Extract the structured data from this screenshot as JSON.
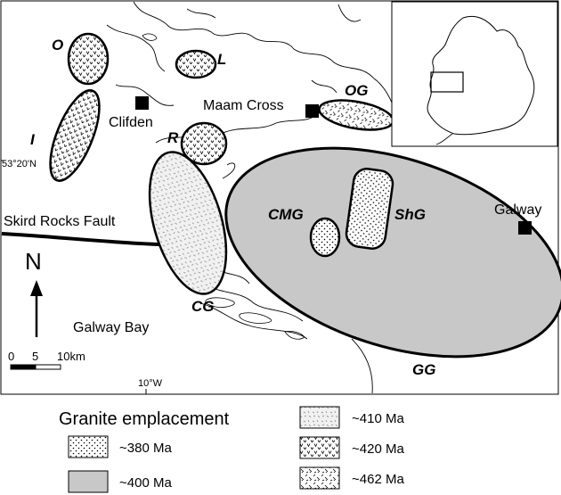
{
  "map": {
    "labels": {
      "clifden": "Clifden",
      "maam_cross": "Maam Cross",
      "galway": "Galway",
      "galway_bay": "Galway Bay",
      "skird_rocks_fault": "Skird Rocks Fault",
      "lat_tick": "53°20'N",
      "lon_tick": "10°W",
      "north": "N"
    },
    "granites": {
      "O": "O",
      "L": "L",
      "I": "I",
      "R": "R",
      "OG": "OG",
      "CMG": "CMG",
      "ShG": "ShG",
      "CG": "CG",
      "GG": "GG"
    },
    "scale_bar": {
      "tick_0": "0",
      "tick_5": "5",
      "tick_10": "10km"
    }
  },
  "legend": {
    "title": "Granite emplacement",
    "items": [
      {
        "label": "~380 Ma",
        "pattern": "dots"
      },
      {
        "label": "~410 Ma",
        "pattern": "dashes"
      },
      {
        "label": "~400 Ma",
        "pattern": "grey"
      },
      {
        "label": "~420 Ma",
        "pattern": "vees"
      },
      {
        "label": "~462 Ma",
        "pattern": "slashes"
      }
    ]
  },
  "colors": {
    "grey_fill": "#c8c8c8",
    "outline": "#000000"
  }
}
